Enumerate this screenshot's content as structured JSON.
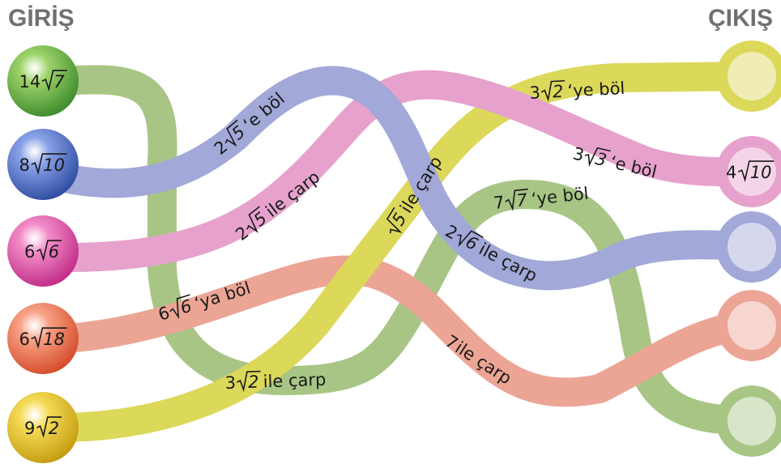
{
  "headers": {
    "input": "GİRİŞ",
    "output": "ÇIKIŞ"
  },
  "inputs": [
    {
      "coef": "14",
      "rad": "7",
      "color": "green"
    },
    {
      "coef": "8",
      "rad": "10",
      "color": "blue"
    },
    {
      "coef": "6",
      "rad": "6",
      "color": "pink"
    },
    {
      "coef": "6",
      "rad": "18",
      "color": "orange"
    },
    {
      "coef": "9",
      "rad": "2",
      "color": "yellow"
    }
  ],
  "outputs": [
    {
      "coef": "",
      "rad": "",
      "color": "yellow"
    },
    {
      "coef": "4",
      "rad": "10",
      "color": "pink"
    },
    {
      "coef": "",
      "rad": "",
      "color": "blue"
    },
    {
      "coef": "",
      "rad": "",
      "color": "orange"
    },
    {
      "coef": "",
      "rad": "",
      "color": "green"
    }
  ],
  "operations": {
    "blue_1": {
      "coef": "2",
      "rad": "5",
      "text": "‘e böl"
    },
    "pink_1": {
      "coef": "2",
      "rad": "5",
      "text": "ile çarp"
    },
    "yellow_1": {
      "coef": "",
      "rad": "5",
      "text": "ile çarp"
    },
    "yellow_2": {
      "coef": "3",
      "rad": "2",
      "text": "‘ye böl"
    },
    "pink_2": {
      "coef": "3",
      "rad": "3",
      "text": "‘e böl"
    },
    "blue_2": {
      "coef": "2",
      "rad": "6",
      "text": "ile çarp"
    },
    "green_2": {
      "coef": "7",
      "rad": "7",
      "text": "‘ye böl"
    },
    "orange_1": {
      "coef": "6",
      "rad": "6",
      "text": "‘ya böl"
    },
    "green_1": {
      "coef": "3",
      "rad": "2",
      "text": "ile çarp"
    },
    "orange_2": {
      "coef": "7",
      "rad": "",
      "text": "ile çarp"
    }
  },
  "colors": {
    "green": {
      "band": "#a8c585",
      "light": "#9ed36a",
      "dark": "#3c8a2c"
    },
    "blue": {
      "band": "#a2a8d8",
      "light": "#8aa2e8",
      "dark": "#2c4aa0"
    },
    "pink": {
      "band": "#e6a2cc",
      "light": "#f28cc8",
      "dark": "#c02a86"
    },
    "orange": {
      "band": "#eca595",
      "light": "#f8a286",
      "dark": "#d44a28"
    },
    "yellow": {
      "band": "#dcd85a",
      "light": "#f4dc58",
      "dark": "#c49a0e"
    }
  }
}
